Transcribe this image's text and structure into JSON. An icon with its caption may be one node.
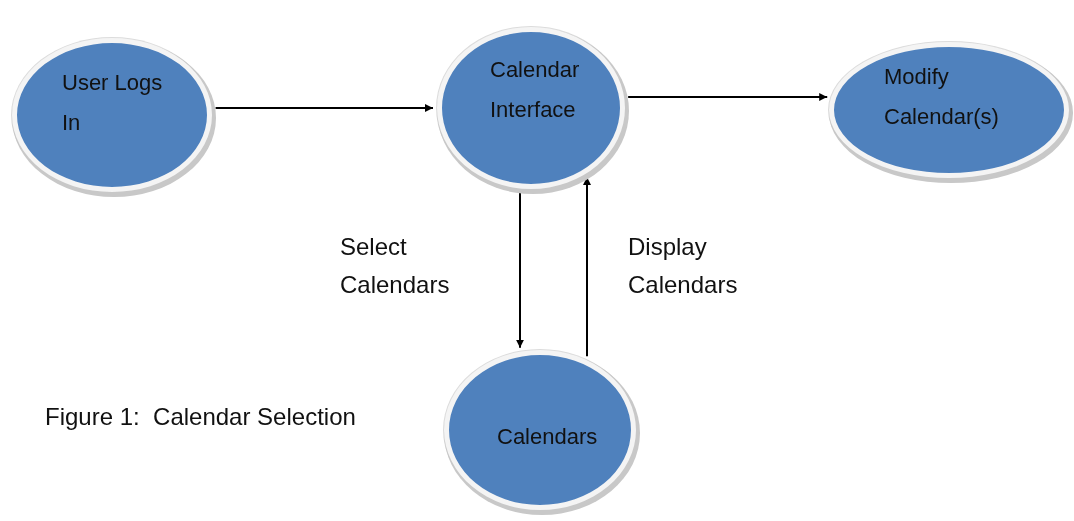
{
  "diagram": {
    "caption": "Figure 1:  Calendar Selection",
    "nodes": [
      {
        "text": [
          "User Logs In"
        ]
      },
      {
        "text": [
          "Calendar Interface"
        ]
      },
      {
        "text": [
          "Modify Calendar(s)"
        ]
      },
      {
        "text": [
          "Calendars"
        ]
      }
    ],
    "edges": [
      {
        "from": 0,
        "to": 1,
        "arrow": "to"
      },
      {
        "from": 1,
        "to": 2,
        "arrow": "to"
      },
      {
        "from": 1,
        "to": 3,
        "arrow": "to",
        "label": "Select Calendars"
      },
      {
        "from": 3,
        "to": 1,
        "arrow": "to",
        "label": "Display Calendars"
      }
    ]
  }
}
